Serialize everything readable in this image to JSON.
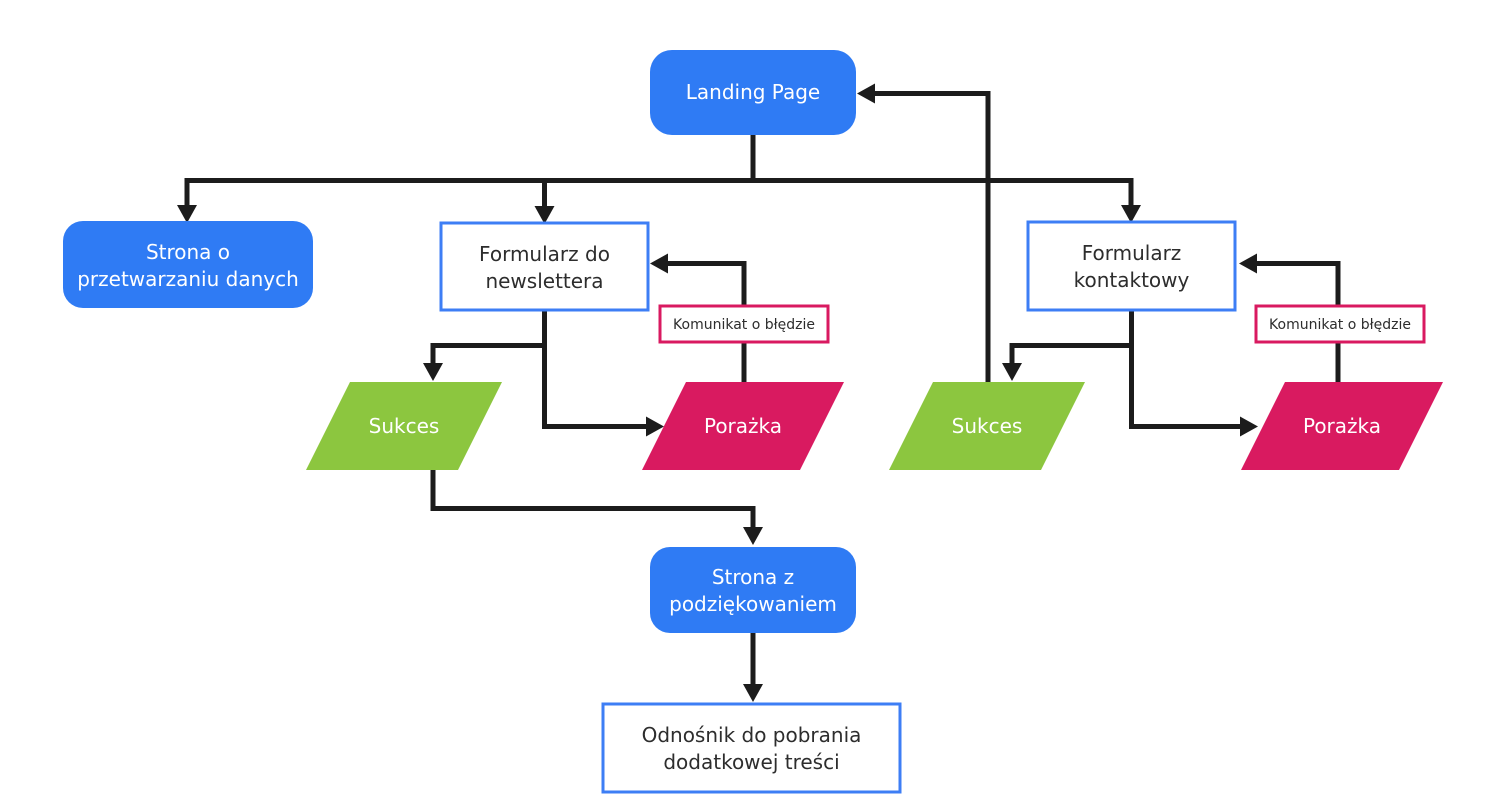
{
  "diagram": {
    "type": "flowchart",
    "language": "pl",
    "nodes": {
      "landing": {
        "id": "landing",
        "shape": "rounded-rect-filled",
        "label": "Landing Page",
        "lines": [
          "Landing Page"
        ]
      },
      "processing_page": {
        "id": "processing_page",
        "shape": "rounded-rect-filled",
        "label": "Strona o przetwarzaniu danych",
        "lines": [
          "Strona o",
          "przetwarzaniu danych"
        ]
      },
      "newsletter_form": {
        "id": "newsletter_form",
        "shape": "rect-outline-blue",
        "label": "Formularz do newslettera",
        "lines": [
          "Formularz do",
          "newslettera"
        ]
      },
      "contact_form": {
        "id": "contact_form",
        "shape": "rect-outline-blue",
        "label": "Formularz kontaktowy",
        "lines": [
          "Formularz",
          "kontaktowy"
        ]
      },
      "newsletter_error": {
        "id": "newsletter_error",
        "shape": "rect-outline-pink",
        "label": "Komunikat o błędzie",
        "lines": [
          "Komunikat o błędzie"
        ]
      },
      "contact_error": {
        "id": "contact_error",
        "shape": "rect-outline-pink",
        "label": "Komunikat o błędzie",
        "lines": [
          "Komunikat o błędzie"
        ]
      },
      "newsletter_success": {
        "id": "newsletter_success",
        "shape": "parallelogram-green",
        "label": "Sukces",
        "lines": [
          "Sukces"
        ]
      },
      "newsletter_failure": {
        "id": "newsletter_failure",
        "shape": "parallelogram-pink",
        "label": "Porażka",
        "lines": [
          "Porażka"
        ]
      },
      "contact_success": {
        "id": "contact_success",
        "shape": "parallelogram-green",
        "label": "Sukces",
        "lines": [
          "Sukces"
        ]
      },
      "contact_failure": {
        "id": "contact_failure",
        "shape": "parallelogram-pink",
        "label": "Porażka",
        "lines": [
          "Porażka"
        ]
      },
      "thank_you_page": {
        "id": "thank_you_page",
        "shape": "rounded-rect-filled",
        "label": "Strona z podziękowaniem",
        "lines": [
          "Strona z",
          "podziękowaniem"
        ]
      },
      "download_link": {
        "id": "download_link",
        "shape": "rect-outline-blue",
        "label": "Odnośnik do pobrania dodatkowej treści",
        "lines": [
          "Odnośnik do pobrania",
          "dodatkowej treści"
        ]
      }
    },
    "edges": [
      {
        "from": "landing",
        "to": "processing_page"
      },
      {
        "from": "landing",
        "to": "newsletter_form"
      },
      {
        "from": "landing",
        "to": "contact_form"
      },
      {
        "from": "newsletter_form",
        "to": "newsletter_success"
      },
      {
        "from": "newsletter_form",
        "to": "newsletter_failure"
      },
      {
        "from": "newsletter_failure",
        "to": "newsletter_form",
        "label_node": "newsletter_error"
      },
      {
        "from": "contact_form",
        "to": "contact_success"
      },
      {
        "from": "contact_form",
        "to": "contact_failure"
      },
      {
        "from": "contact_failure",
        "to": "contact_form",
        "label_node": "contact_error"
      },
      {
        "from": "contact_success",
        "to": "landing"
      },
      {
        "from": "newsletter_success",
        "to": "thank_you_page"
      },
      {
        "from": "thank_you_page",
        "to": "download_link"
      }
    ],
    "colors": {
      "node_fill_blue": "#2f7bf4",
      "node_border_blue": "#3d7ef5",
      "success_green": "#8cc63f",
      "failure_pink": "#d91a60",
      "error_border_pink": "#d91a60",
      "edge_black": "#1c1c1c",
      "text_dark": "#2d2d2d",
      "text_light": "#ffffff",
      "background": "#ffffff"
    }
  }
}
